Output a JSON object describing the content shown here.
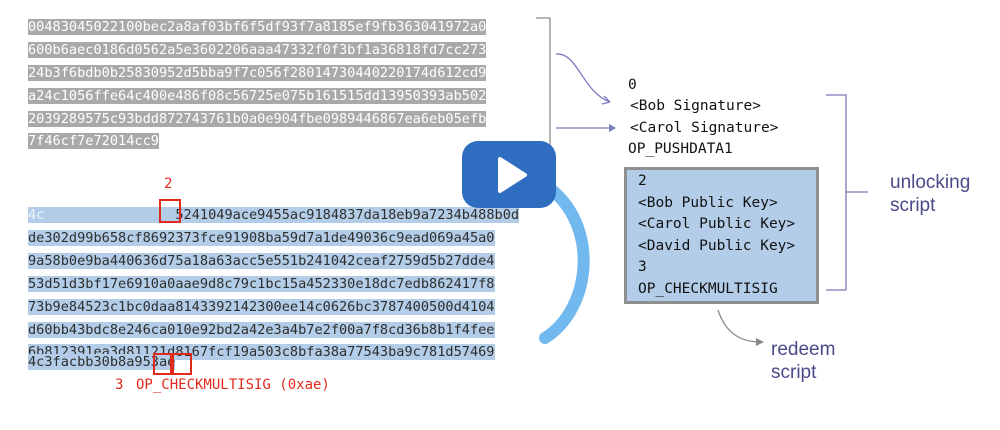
{
  "signatures_hex": [
    "00483045022100bec2a8af03bf6f5df93f7a8185ef9fb363041972a0",
    "600b6aec0186d0562a5e3602206aaa47332f0f3bf1a36818fd7cc273",
    "24b3f6bdb0b25830952d5bba9f7c056f28014730440220174d612cd9",
    "a24c1056ffe64c400e486f08c56725e075b161515dd13950393ab502",
    "2039289575c93bdd872743761b0a0e904fbe0989446867ea6eb05efb",
    "7f46cf7e72014cc9"
  ],
  "redeem_hex_first": {
    "prefix": "4c",
    "op": "52",
    "rest": "41049ace9455ac9184837da18eb9a7234b488b0d"
  },
  "redeem_hex": [
    "de302d99b658cf8692373fce91908ba59d7a1de49036c9ead069a45a0",
    "9a58b0e9ba440636d75a18a63acc5e551b241042ceaf2759d5b27dde4",
    "53d51d3bf17e6910a0aae9d8c79c1bc15a452330e18dc7edb862417f8",
    "73b9e84523c1bc0daa8143392142300ee14c0626bc3787400500d4104",
    "d60bb43bdc8e246ca010e92bd2a42e3a4b7e2f00a7f8cd36b8b1f4fee",
    "6b812391ea3d81121d8167fcf19a503c8bfa38a77543ba9c781d57469"
  ],
  "redeem_hex_last": {
    "prefix": "4c3facbb30b8a9",
    "count": "53",
    "op": "ae"
  },
  "annotations": {
    "label_2": "2",
    "label_3": "3",
    "op_checkmultisig_hex": "OP_CHECKMULTISIG (0xae)"
  },
  "unlocking_script": {
    "items": [
      "0",
      "<Bob Signature>",
      "<Carol Signature>",
      "OP_PUSHDATA1"
    ],
    "label": [
      "unlocking",
      "script"
    ]
  },
  "redeem_script": {
    "items": [
      "2",
      "<Bob Public Key>",
      "<Carol Public Key>",
      "<David Public Key>",
      "3",
      "OP_CHECKMULTISIG"
    ],
    "label": [
      "redeem",
      "script"
    ]
  },
  "colors": {
    "gray_highlight": "#a9a9a9",
    "blue_highlight": "#b3cde8",
    "red": "#e02a1c",
    "purple": "#4a4a8a",
    "play_button": "#2e6dbf"
  },
  "icons": [
    "play-icon"
  ]
}
